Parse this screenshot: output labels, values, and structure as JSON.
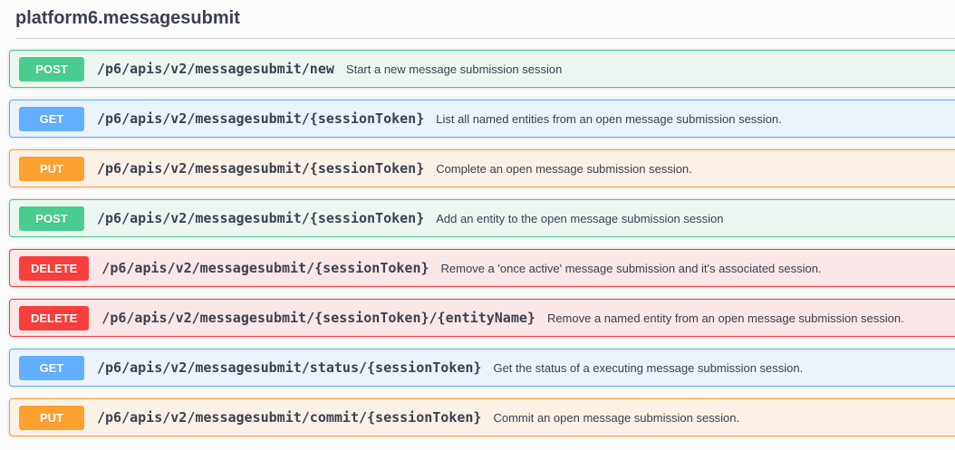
{
  "page": {
    "title": "platform6.messagesubmit"
  },
  "method_colors": {
    "POST": "#49cc90",
    "GET": "#61affe",
    "PUT": "#fca130",
    "DELETE": "#f93e3e"
  },
  "text_color": "#3b4151",
  "endpoints": [
    {
      "method": "POST",
      "path": "/p6/apis/v2/messagesubmit/new",
      "description": "Start a new message submission session"
    },
    {
      "method": "GET",
      "path": "/p6/apis/v2/messagesubmit/{sessionToken}",
      "description": "List all named entities from an open message submission session."
    },
    {
      "method": "PUT",
      "path": "/p6/apis/v2/messagesubmit/{sessionToken}",
      "description": "Complete an open message submission session."
    },
    {
      "method": "POST",
      "path": "/p6/apis/v2/messagesubmit/{sessionToken}",
      "description": "Add an entity to the open message submission session"
    },
    {
      "method": "DELETE",
      "path": "/p6/apis/v2/messagesubmit/{sessionToken}",
      "description": "Remove a 'once active' message submission and it's associated session."
    },
    {
      "method": "DELETE",
      "path": "/p6/apis/v2/messagesubmit/{sessionToken}/{entityName}",
      "description": "Remove a named entity from an open message submission session."
    },
    {
      "method": "GET",
      "path": "/p6/apis/v2/messagesubmit/status/{sessionToken}",
      "description": "Get the status of a executing message submission session."
    },
    {
      "method": "PUT",
      "path": "/p6/apis/v2/messagesubmit/commit/{sessionToken}",
      "description": "Commit an open message submission session."
    }
  ]
}
